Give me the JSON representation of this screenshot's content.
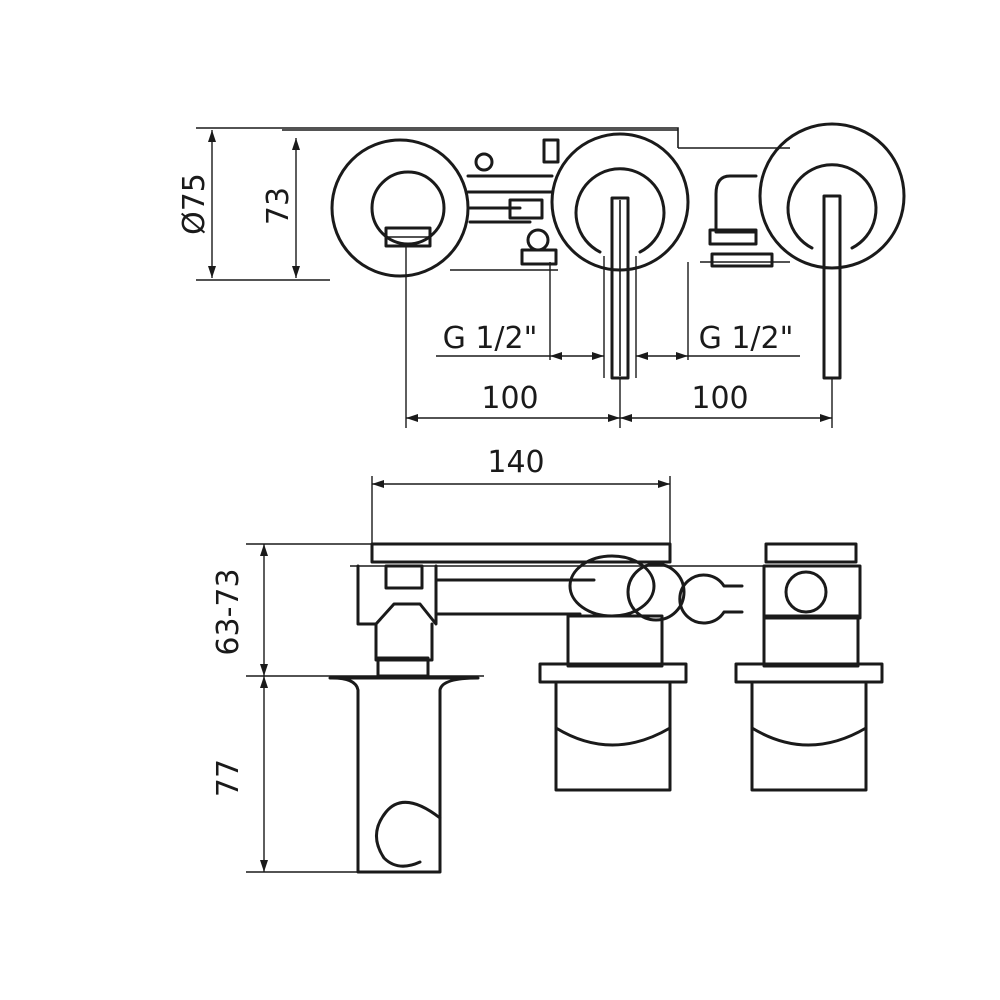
{
  "labels": {
    "diameter": "Ø75",
    "height_top": "73",
    "thread_left": "G 1/2\"",
    "thread_right": "G 1/2\"",
    "spacing_left": "100",
    "spacing_right": "100",
    "width_plate": "140",
    "depth_range": "63-73",
    "holder_height": "77"
  },
  "colors": {
    "line": "#1a1a1a",
    "background": "#ffffff"
  }
}
